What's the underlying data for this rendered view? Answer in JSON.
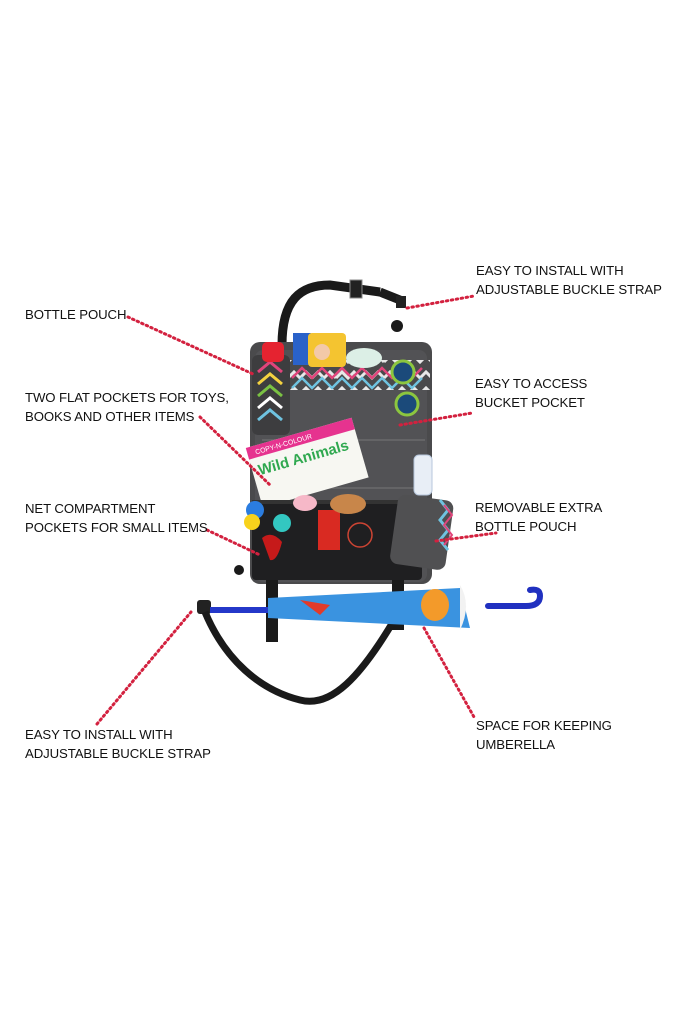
{
  "callouts": {
    "top_strap": {
      "line1": "EASY TO INSTALL WITH",
      "line2": "ADJUSTABLE BUCKLE STRAP"
    },
    "bottle_pouch": {
      "line1": "BOTTLE POUCH"
    },
    "flat_pockets": {
      "line1": "TWO FLAT POCKETS FOR TOYS,",
      "line2": "BOOKS AND OTHER ITEMS"
    },
    "bucket_pocket": {
      "line1": "EASY TO ACCESS",
      "line2": "BUCKET POCKET"
    },
    "net_pockets": {
      "line1": "NET COMPARTMENT",
      "line2": "POCKETS FOR SMALL ITEMS"
    },
    "extra_bottle": {
      "line1": "REMOVABLE EXTRA",
      "line2": "BOTTLE POUCH"
    },
    "bottom_strap": {
      "line1": "EASY TO INSTALL WITH",
      "line2": "ADJUSTABLE BUCKLE STRAP"
    },
    "umbrella": {
      "line1": "SPACE FOR KEEPING",
      "line2": "UMBERELLA"
    }
  },
  "product": {
    "book_top": "COPY-N-COLOUR",
    "book_title": "Wild Animals"
  },
  "colors": {
    "leader_line": "#d3213f",
    "felt": "#4a4a4c",
    "strap": "#1a1a1a"
  }
}
